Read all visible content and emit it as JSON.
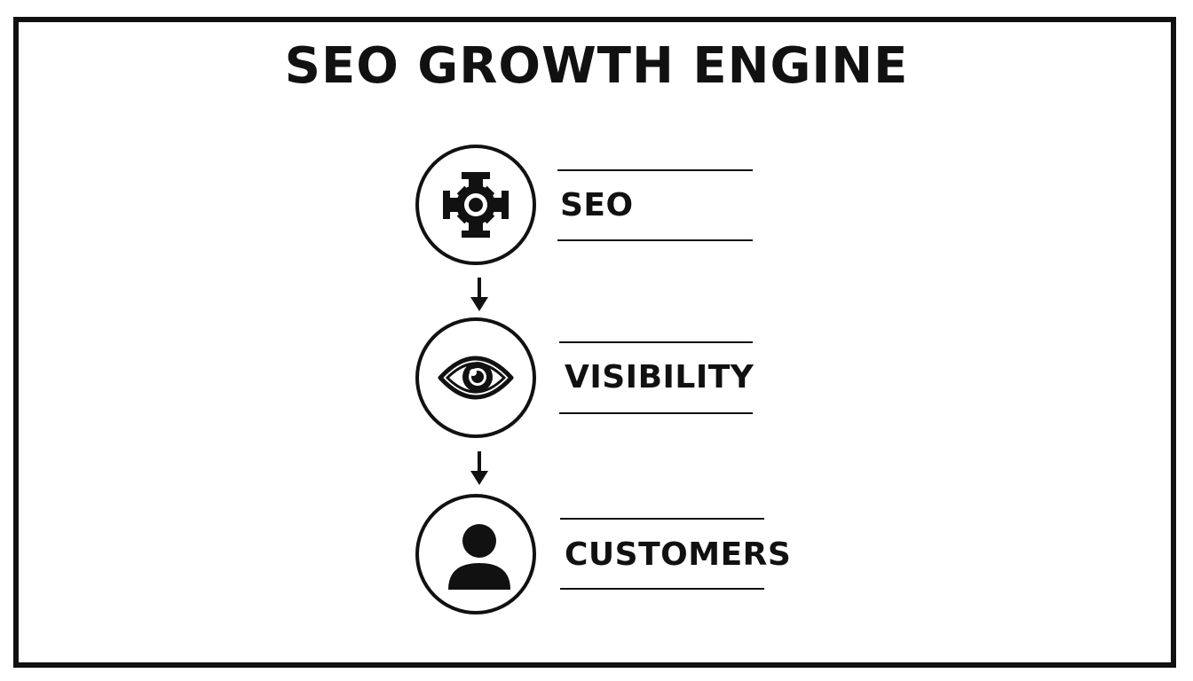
{
  "diagram": {
    "title": "SEO GROWTH ENGINE",
    "steps": [
      {
        "label": "SEO",
        "icon": "gear-icon"
      },
      {
        "label": "VISIBILITY",
        "icon": "eye-icon"
      },
      {
        "label": "CUSTOMERS",
        "icon": "user-icon"
      }
    ],
    "colors": {
      "ink": "#111111",
      "background": "#ffffff"
    }
  }
}
